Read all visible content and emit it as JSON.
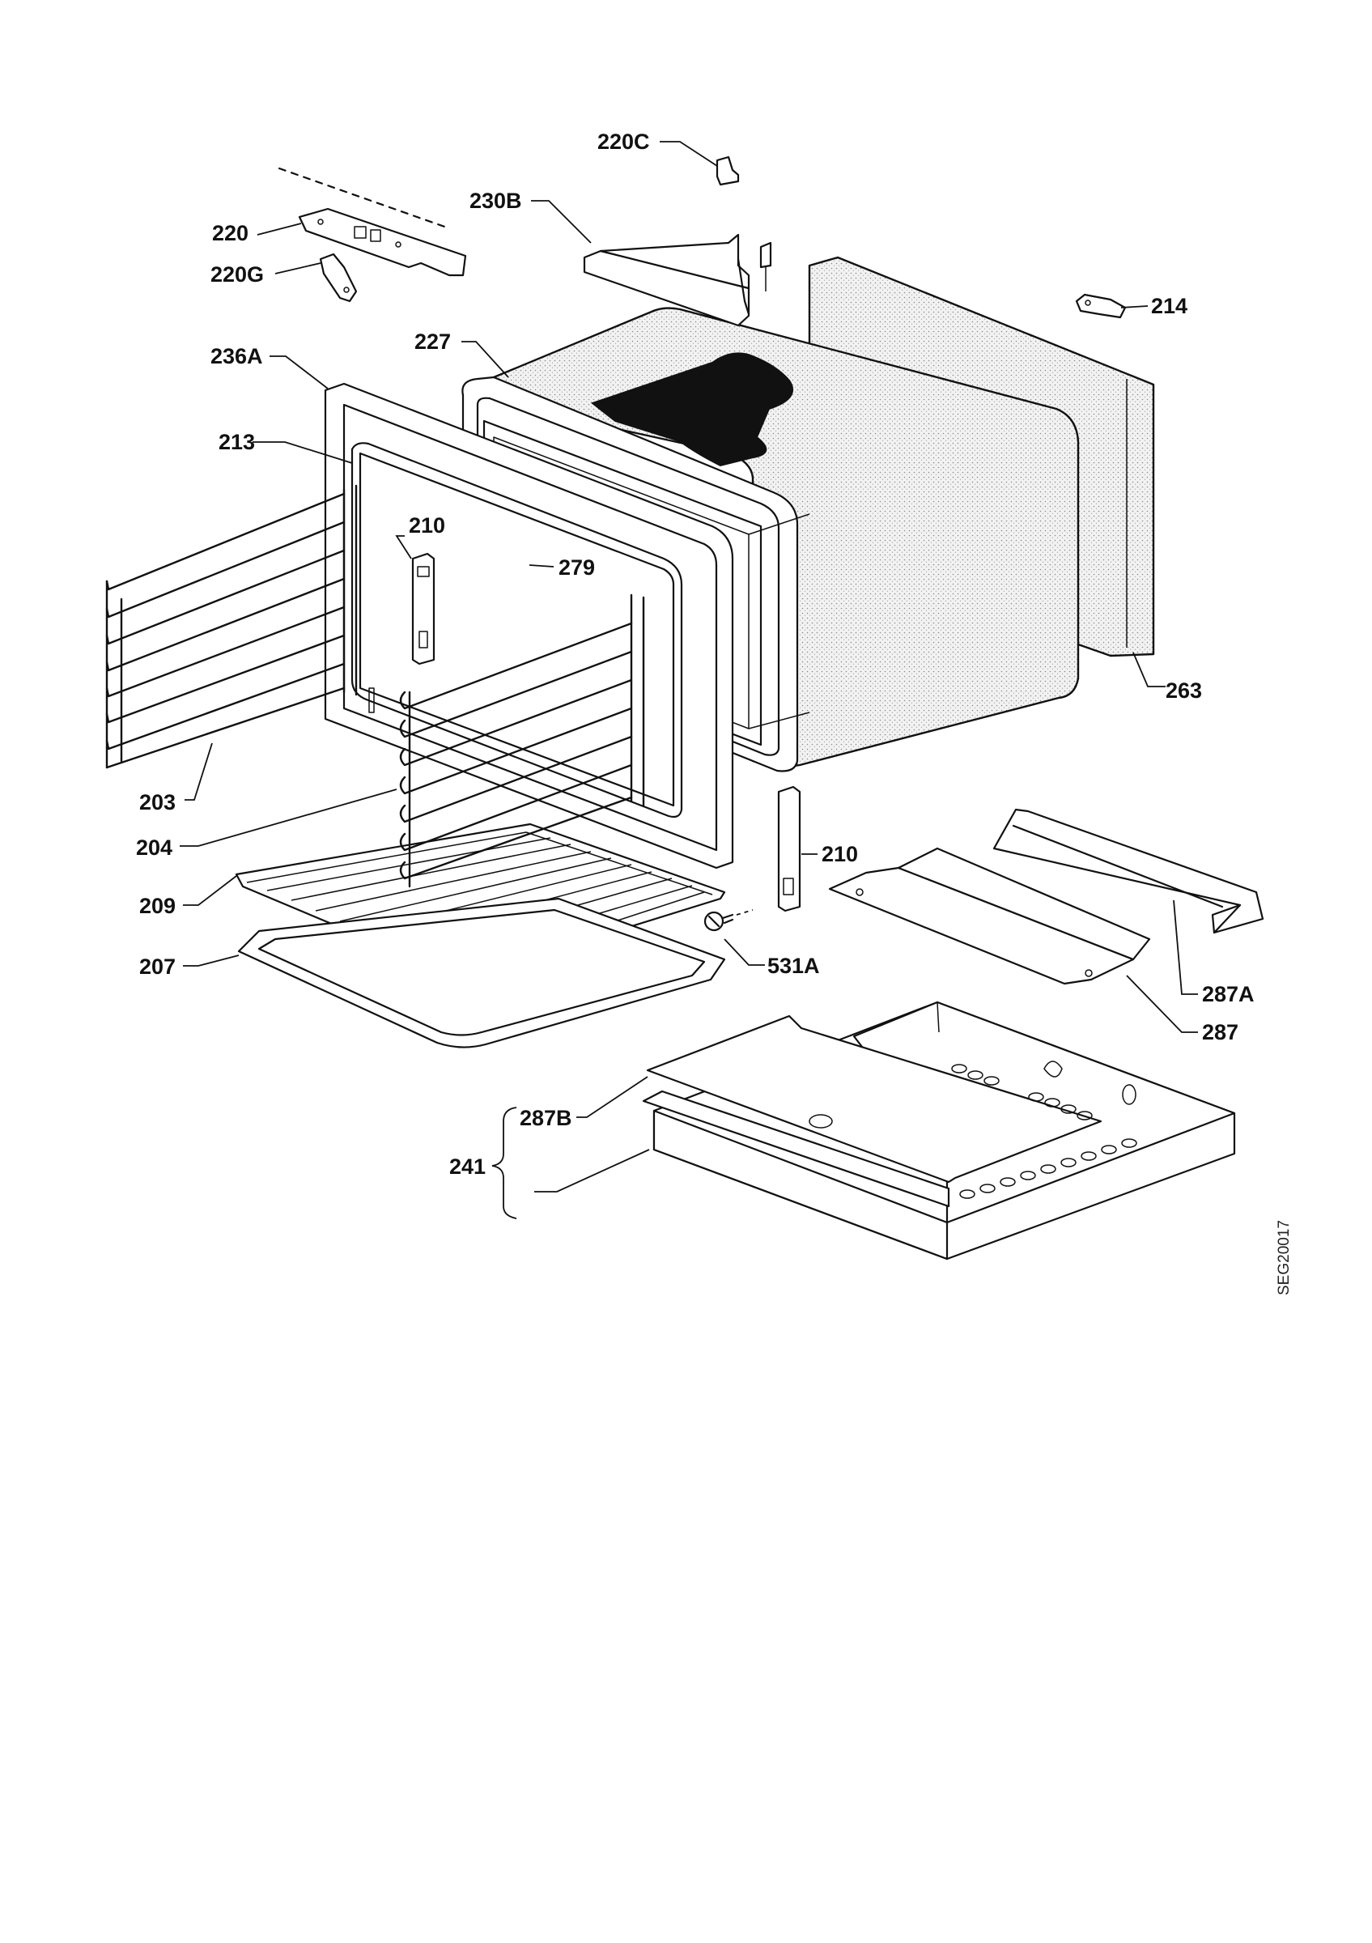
{
  "drawing_code": "SEG20017",
  "callouts": {
    "c220C": "220C",
    "c230B": "230B",
    "c220": "220",
    "c220G": "220G",
    "c214": "214",
    "c227": "227",
    "c236A": "236A",
    "c213": "213",
    "c210a": "210",
    "c279": "279",
    "c263": "263",
    "c203": "203",
    "c204": "204",
    "c210b": "210",
    "c209": "209",
    "c207": "207",
    "c531A": "531A",
    "c287A": "287A",
    "c287": "287",
    "c287B": "287B",
    "c241": "241"
  }
}
